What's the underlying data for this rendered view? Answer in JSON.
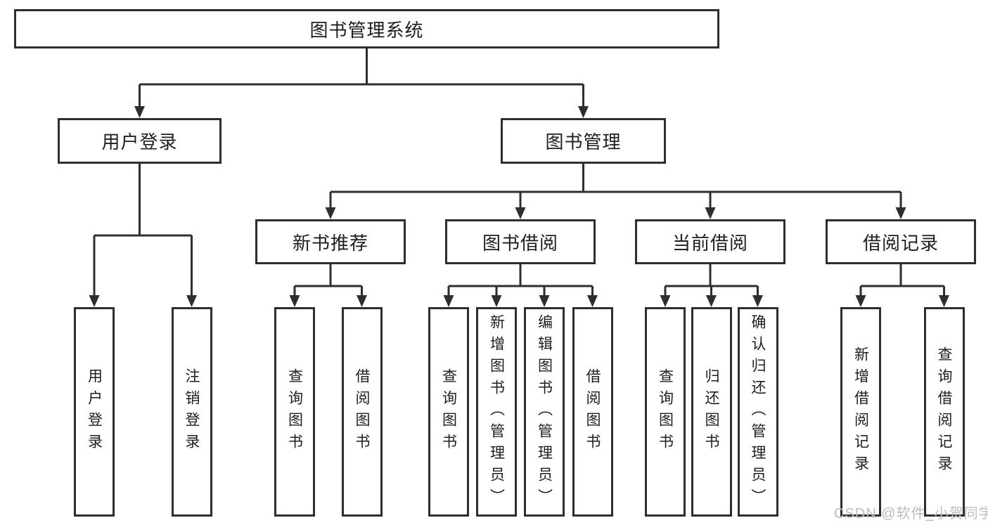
{
  "colors": {
    "line": "#2e2e2e",
    "text": "#1e1e1e",
    "watermark": "#b9bdc2",
    "bg": "#ffffff"
  },
  "watermark": {
    "text": "CSDN @软件_小贺同学"
  },
  "tree": {
    "root": "图书管理系统",
    "user_login": {
      "label": "用户登录",
      "children": [
        "用户登录",
        "注销登录"
      ]
    },
    "book_management": {
      "label": "图书管理",
      "sections": [
        {
          "label": "新书推荐",
          "children": [
            "查询图书",
            "借阅图书"
          ]
        },
        {
          "label": "图书借阅",
          "children": [
            "查询图书",
            "新增图书（管理员）",
            "编辑图书（管理员）",
            "借阅图书"
          ]
        },
        {
          "label": "当前借阅",
          "children": [
            "查询图书",
            "归还图书",
            "确认归还（管理员）"
          ]
        },
        {
          "label": "借阅记录",
          "children": [
            "新增借阅记录",
            "查询借阅记录"
          ]
        }
      ]
    }
  }
}
